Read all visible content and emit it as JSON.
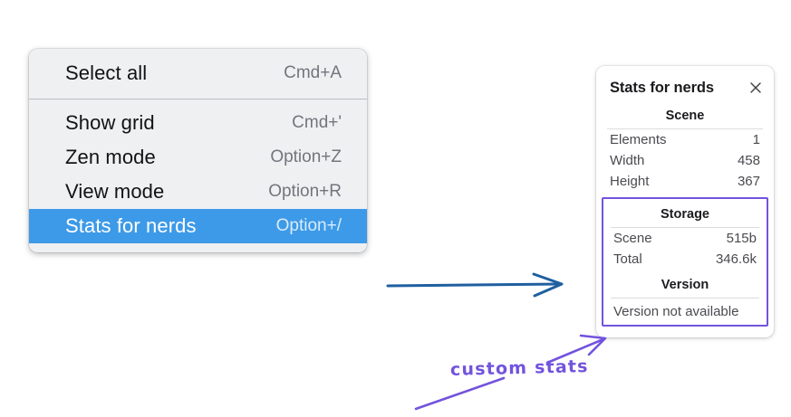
{
  "background_color": "#ffffff",
  "context_menu": {
    "name": "context-menu",
    "background_color": "#eff0f2",
    "selected_color": "#3d9ae8",
    "sections": [
      {
        "items": [
          {
            "label": "Select all",
            "shortcut": "Cmd+A",
            "selected": false
          }
        ]
      },
      {
        "items": [
          {
            "label": "Show grid",
            "shortcut": "Cmd+'",
            "selected": false
          },
          {
            "label": "Zen mode",
            "shortcut": "Option+Z",
            "selected": false
          },
          {
            "label": "View mode",
            "shortcut": "Option+R",
            "selected": false
          },
          {
            "label": "Stats for nerds",
            "shortcut": "Option+/",
            "selected": true
          }
        ]
      }
    ]
  },
  "stats_panel": {
    "title": "Stats for nerds",
    "close_icon": "close-icon",
    "scene": {
      "heading": "Scene",
      "rows": [
        {
          "key": "Elements",
          "value": "1"
        },
        {
          "key": "Width",
          "value": "458"
        },
        {
          "key": "Height",
          "value": "367"
        }
      ]
    },
    "storage": {
      "heading": "Storage",
      "rows": [
        {
          "key": "Scene",
          "value": "515b"
        },
        {
          "key": "Total",
          "value": "346.6k"
        }
      ]
    },
    "version": {
      "heading": "Version",
      "text": "Version not available"
    },
    "highlight_border_color": "#7253dd"
  },
  "annotations": {
    "arrow_blue_color": "#1f5fa0",
    "arrow_purple_color": "#7253dd",
    "handwriting_text": "custom stats",
    "handwriting_color": "#7253dd"
  }
}
